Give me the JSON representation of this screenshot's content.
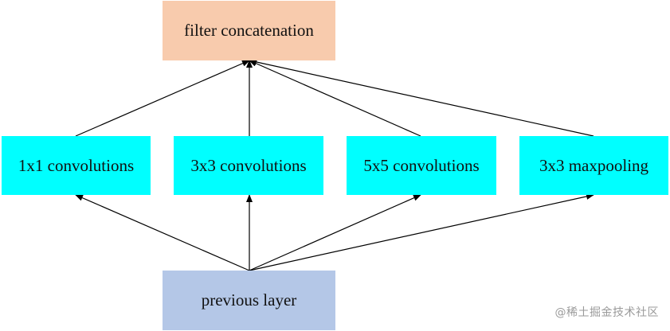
{
  "nodes": {
    "filter_concatenation": {
      "label": "filter concatenation",
      "color": "#f8cbad"
    },
    "conv_1x1": {
      "label": "1x1 convolutions",
      "color": "#00ffff"
    },
    "conv_3x3": {
      "label": "3x3 convolutions",
      "color": "#00ffff"
    },
    "conv_5x5": {
      "label": "5x5 convolutions",
      "color": "#00ffff"
    },
    "maxpool_3x3": {
      "label": "3x3 maxpooling",
      "color": "#00ffff"
    },
    "previous_layer": {
      "label": "previous layer",
      "color": "#b4c7e7"
    }
  },
  "edges": [
    {
      "from": "previous_layer",
      "to": "conv_1x1"
    },
    {
      "from": "previous_layer",
      "to": "conv_3x3"
    },
    {
      "from": "previous_layer",
      "to": "conv_5x5"
    },
    {
      "from": "previous_layer",
      "to": "maxpool_3x3"
    },
    {
      "from": "conv_1x1",
      "to": "filter_concatenation"
    },
    {
      "from": "conv_3x3",
      "to": "filter_concatenation"
    },
    {
      "from": "conv_5x5",
      "to": "filter_concatenation"
    },
    {
      "from": "maxpool_3x3",
      "to": "filter_concatenation"
    }
  ],
  "arrow_color": "#000000",
  "watermark": "@稀土掘金技术社区"
}
